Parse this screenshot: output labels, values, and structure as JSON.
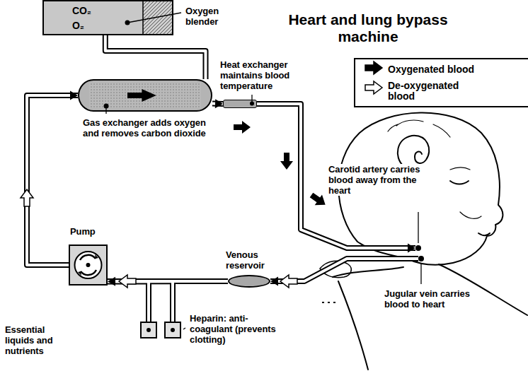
{
  "diagram": {
    "title": "Heart and lung bypass machine",
    "nodes": [
      {
        "text": [
          "CO₂",
          "O₂",
          "Oxygen blender"
        ]
      },
      {
        "text": [
          "Gas exchanger adds oxygen and removes carbon dioxide"
        ]
      },
      {
        "text": [
          "Heat exchanger maintains blood temperature"
        ]
      },
      {
        "text": [
          "Pump"
        ]
      },
      {
        "text": [
          "Venous reservoir"
        ]
      },
      {
        "text": [
          "Essential liquids and nutrients"
        ]
      },
      {
        "text": [
          "Heparin: anti-coagulant (prevents clotting)"
        ]
      },
      {
        "text": [
          "Carotid artery carries blood away from the heart"
        ]
      },
      {
        "text": [
          "Jugular vein carries blood to heart"
        ]
      }
    ],
    "edges": [
      {
        "from": 0,
        "to": 1,
        "arrow": "none"
      },
      {
        "from": 1,
        "to": 2,
        "arrow": "to"
      },
      {
        "from": 2,
        "to": 7,
        "arrow": "to"
      },
      {
        "from": 8,
        "to": 4,
        "arrow": "to"
      },
      {
        "from": 4,
        "to": 3,
        "arrow": "to"
      },
      {
        "from": 3,
        "to": 1,
        "arrow": "to"
      },
      {
        "from": 5,
        "to": 3,
        "arrow": "none"
      },
      {
        "from": 6,
        "to": 3,
        "arrow": "none"
      }
    ],
    "legend": [
      {
        "text": "Oxygenated blood"
      },
      {
        "text": "De-oxygenated blood"
      }
    ]
  }
}
